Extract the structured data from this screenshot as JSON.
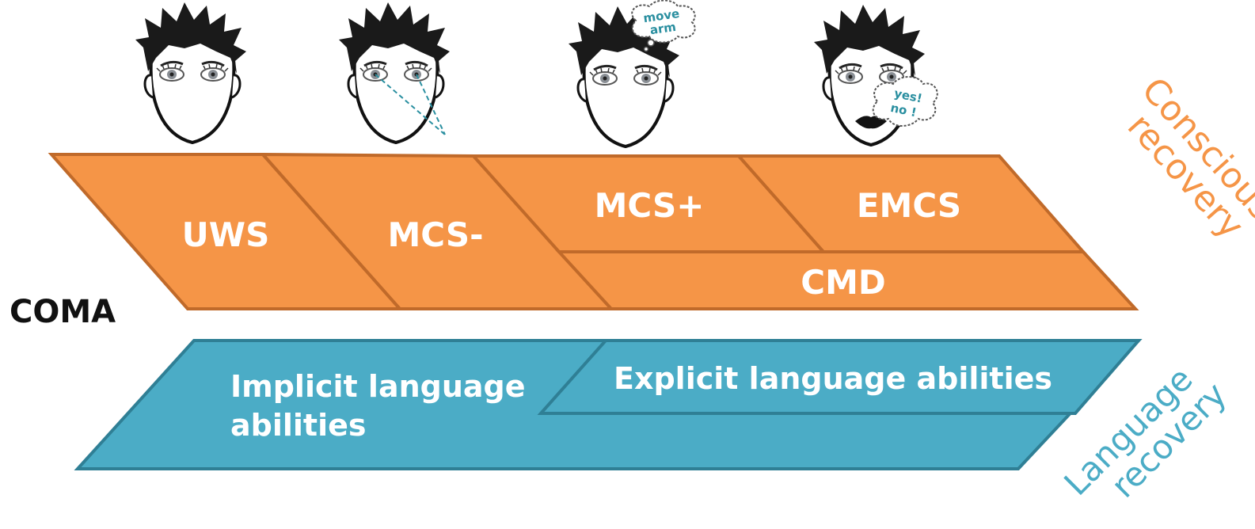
{
  "stages": {
    "coma": "COMA",
    "uws": "UWS",
    "mcs_minus": "MCS-",
    "mcs_plus": "MCS+",
    "emcs": "EMCS",
    "cmd": "CMD"
  },
  "language": {
    "implicit_line1": "Implicit language",
    "implicit_line2": "abilities",
    "explicit": "Explicit language abilities"
  },
  "side_labels": {
    "consciousness_line1": "Consciousness",
    "consciousness_line2": "recovery",
    "language_line1": "Language",
    "language_line2": "recovery"
  },
  "thought_bubbles": {
    "move_line1": "move",
    "move_line2": "arm",
    "yes_line1": "yes!",
    "yes_line2": "no !"
  },
  "colors": {
    "orange_fill": "#f59547",
    "orange_stroke": "#c06a2a",
    "blue_fill": "#4bacc6",
    "blue_stroke": "#2f7f95",
    "consciousness_text": "#f59547",
    "language_text": "#4bacc6",
    "coma_text": "#111111"
  },
  "faces": [
    {
      "id": "face-uws",
      "feature": "eyes open"
    },
    {
      "id": "face-mcs-minus",
      "feature": "visual pursuit"
    },
    {
      "id": "face-mcs-plus",
      "feature": "command following"
    },
    {
      "id": "face-emcs",
      "feature": "functional communication"
    }
  ]
}
